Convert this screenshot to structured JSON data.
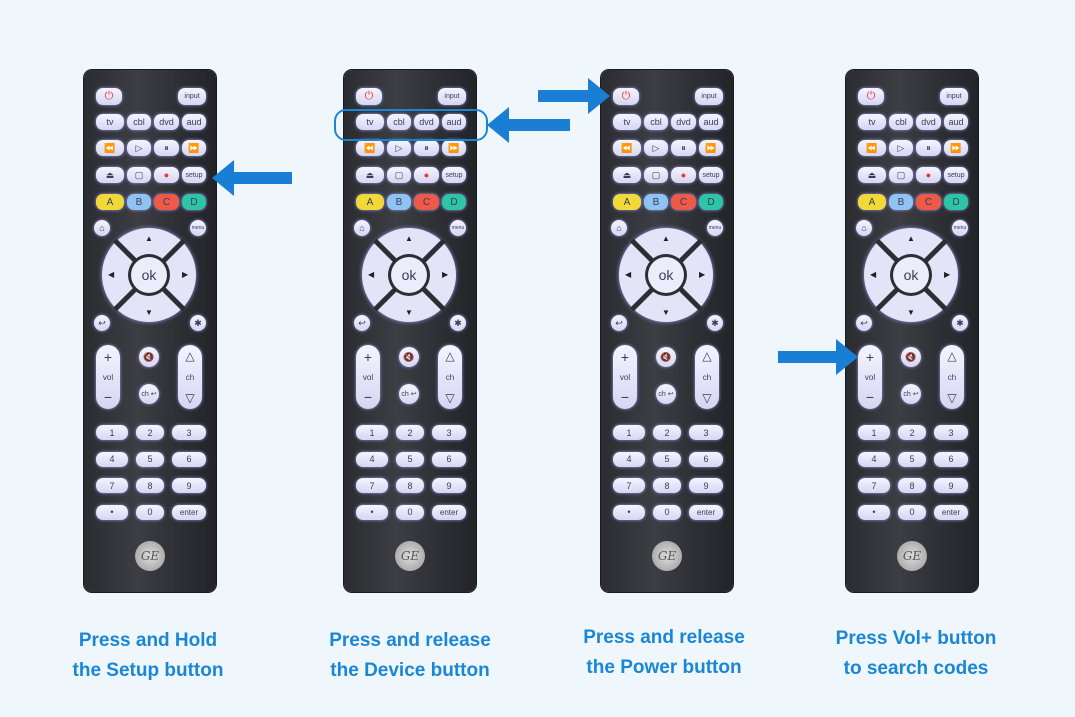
{
  "remote": {
    "power": "⏻",
    "input": "input",
    "devices": [
      "tv",
      "cbl",
      "dvd",
      "aud"
    ],
    "transport": [
      "⏪",
      "▷",
      "⏸",
      "⏩"
    ],
    "row3": [
      "⏏",
      "▢",
      "●",
      "setup"
    ],
    "colors": [
      {
        "label": "A",
        "color": "#f2d93a"
      },
      {
        "label": "B",
        "color": "#8fc3f2"
      },
      {
        "label": "C",
        "color": "#ef5a48"
      },
      {
        "label": "D",
        "color": "#2ec4a6"
      }
    ],
    "home": "⌂",
    "menu": "menu",
    "ok": "ok",
    "back": "↩",
    "star": "✱",
    "vol": [
      "+",
      "vol",
      "−"
    ],
    "mute": "🔇",
    "chback": "ch ↩",
    "ch": [
      "△",
      "ch",
      "▽"
    ],
    "numbers": [
      "1",
      "2",
      "3",
      "4",
      "5",
      "6",
      "7",
      "8",
      "9",
      "•",
      "0",
      "enter"
    ],
    "logo": "GE"
  },
  "steps": [
    {
      "line1": "Press and Hold",
      "line2": "the Setup button"
    },
    {
      "line1": "Press and release",
      "line2": "the Device button"
    },
    {
      "line1": "Press and release",
      "line2": "the Power button"
    },
    {
      "line1": "Press Vol+ button",
      "line2": "to search codes"
    }
  ],
  "accent": "#1a86d6"
}
